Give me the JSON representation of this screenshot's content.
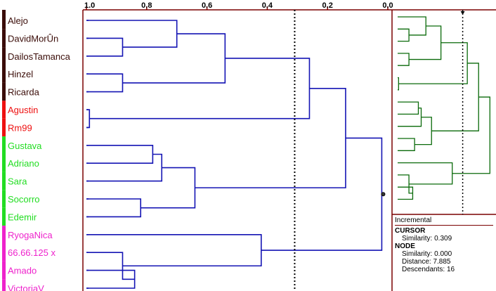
{
  "axis": {
    "ticks": [
      {
        "value": 1.0,
        "label": "1.0"
      },
      {
        "value": 0.8,
        "label": "0.8"
      },
      {
        "value": 0.6,
        "label": "0.6"
      },
      {
        "value": 0.4,
        "label": "0.4"
      },
      {
        "value": 0.2,
        "label": "0.2"
      },
      {
        "value": 0.0,
        "label": "0.0"
      }
    ]
  },
  "cursor_similarity_value": 0.309,
  "leaves": [
    {
      "label": "Alejo",
      "group": "brown"
    },
    {
      "label": "DavidMorÛn",
      "group": "brown"
    },
    {
      "label": "DailosTamanca",
      "group": "brown"
    },
    {
      "label": "Hinzel",
      "group": "brown"
    },
    {
      "label": "Ricarda",
      "group": "brown"
    },
    {
      "label": "Agustin",
      "group": "red"
    },
    {
      "label": "Rm99",
      "group": "red"
    },
    {
      "label": "Gustava",
      "group": "green"
    },
    {
      "label": "Adriano",
      "group": "green"
    },
    {
      "label": "Sara",
      "group": "green"
    },
    {
      "label": "Socorro",
      "group": "green"
    },
    {
      "label": "Edemir",
      "group": "green"
    },
    {
      "label": "RyogaNica",
      "group": "magenta"
    },
    {
      "label": "66.66.125 x",
      "group": "magenta"
    },
    {
      "label": "Amado",
      "group": "magenta"
    },
    {
      "label": "VictoriaV",
      "group": "magenta"
    }
  ],
  "merges": [
    {
      "a": 1,
      "b": 2,
      "sim": 0.88
    },
    {
      "a": 0,
      "b": "m0",
      "sim": 0.7
    },
    {
      "a": 3,
      "b": 4,
      "sim": 0.88
    },
    {
      "a": "m1",
      "b": "m2",
      "sim": 0.54
    },
    {
      "a": 5,
      "b": 6,
      "sim": 0.99
    },
    {
      "a": 7,
      "b": 8,
      "sim": 0.78
    },
    {
      "a": "m5",
      "b": 9,
      "sim": 0.75
    },
    {
      "a": 10,
      "b": 11,
      "sim": 0.82
    },
    {
      "a": "m6",
      "b": "m7",
      "sim": 0.64
    },
    {
      "a": 14,
      "b": 15,
      "sim": 0.84
    },
    {
      "a": 13,
      "b": "m9",
      "sim": 0.88
    },
    {
      "a": 12,
      "b": "m10",
      "sim": 0.42
    },
    {
      "a": "m3",
      "b": "m4",
      "sim": 0.26
    },
    {
      "a": "m8",
      "b": "m12",
      "sim": 0.14
    },
    {
      "a": "m13",
      "b": "m11",
      "sim": 0.02
    }
  ],
  "colors": {
    "brown": "#3a0c08",
    "red": "#ee1010",
    "green": "#22dd22",
    "magenta": "#ee22cc",
    "tree_main": "#1414b4",
    "tree_mini": "#0a6a0a",
    "frame": "#7a0000"
  },
  "info": {
    "title": "Incremental",
    "cursor_heading": "CURSOR",
    "cursor_similarity_label": "Similarity:",
    "cursor_similarity": "0.309",
    "node_heading": "NODE",
    "node_similarity_label": "Similarity:",
    "node_similarity": "0.000",
    "node_distance_label": "Distance:",
    "node_distance": "7.885",
    "node_descendants_label": "Descendants:",
    "node_descendants": "16"
  }
}
